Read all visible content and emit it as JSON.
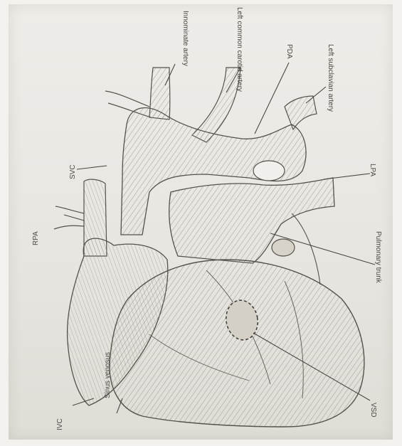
{
  "labels": {
    "innominate_artery": "Innominate artery",
    "left_common_carotid": "Left common carotid artery",
    "pda": "PDA",
    "left_subclavian": "Left subclavian artery",
    "lpa": "LPA",
    "pulmonary_trunk": "Pulmonary trunk",
    "vsd": "VSD",
    "ivc": "IVC",
    "sinus_venosus": "Sinus venosus",
    "svc": "SVC",
    "rpa": "RPA"
  },
  "colors": {
    "ink": "#4a4844",
    "paper": "#ebe9e4"
  }
}
